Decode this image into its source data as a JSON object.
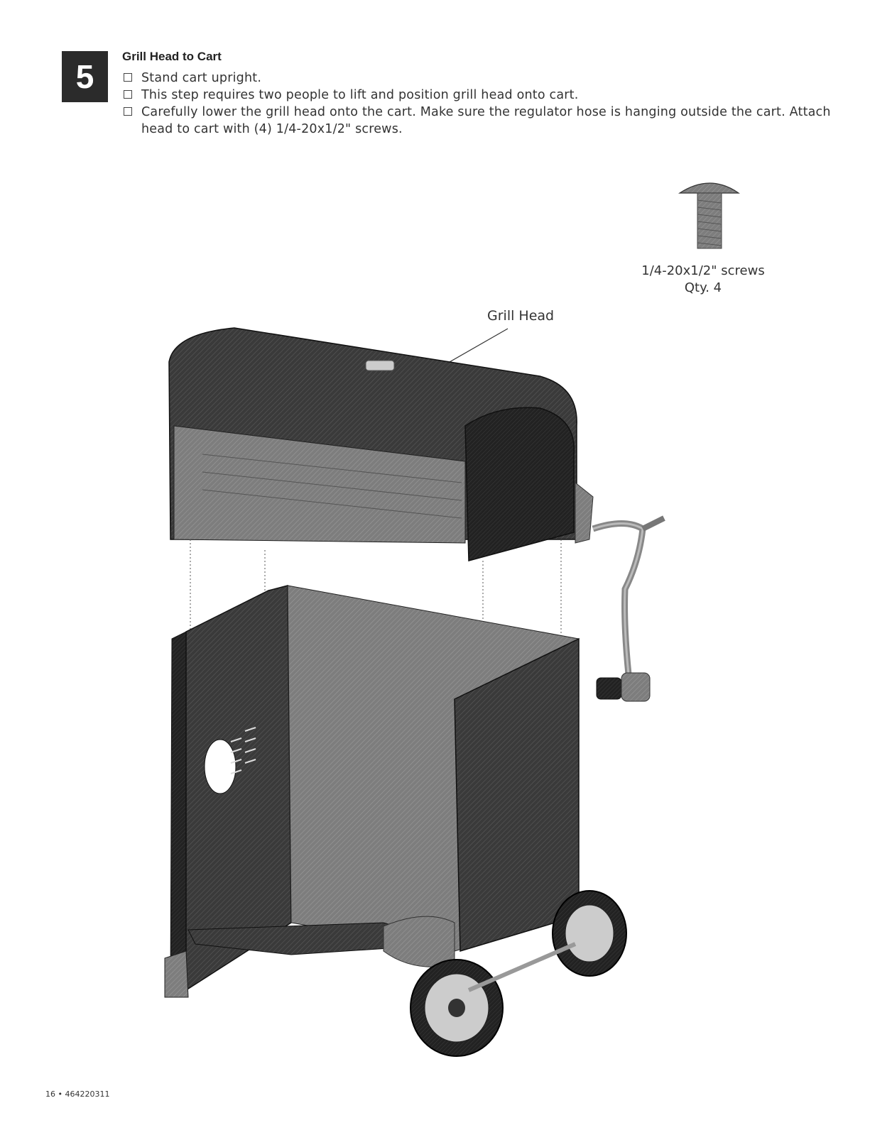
{
  "step": {
    "number": "5",
    "title": "Grill Head to Cart",
    "instructions": [
      "Stand cart upright.",
      "This step requires two people to lift and position grill head onto cart.",
      "Carefully lower the grill head onto the cart. Make sure the regulator hose is hanging outside the cart. Attach head to cart with (4) 1/4-20x1/2\" screws."
    ]
  },
  "hardware": {
    "name": "1/4-20x1/2\" screws",
    "qty": "Qty. 4"
  },
  "callouts": {
    "grill_head": "Grill Head"
  },
  "footer": {
    "page": "16 • 464220311"
  }
}
